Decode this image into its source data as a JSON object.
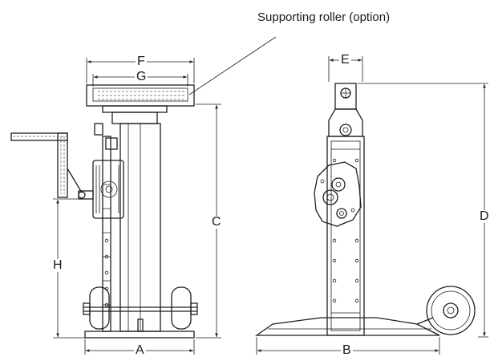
{
  "callout": {
    "text": "Supporting roller (option)"
  },
  "dimensions": {
    "A": "A",
    "B": "B",
    "C": "C",
    "D": "D",
    "E": "E",
    "F": "F",
    "G": "G",
    "H": "H"
  }
}
